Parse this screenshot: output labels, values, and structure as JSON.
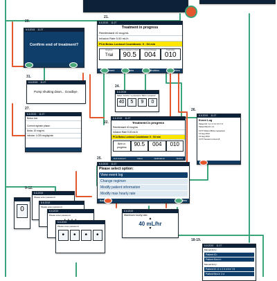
{
  "colors": {
    "navy": "#0d2238",
    "flow_green": "#3aa57a",
    "flow_orange": "#e4572e",
    "highlight": "#ffe600"
  },
  "status": {
    "date": "6.6.2015",
    "time": "11:27"
  },
  "screen21": {
    "number": "21.",
    "title": "Treatment in progress",
    "drug": "Remifentanil   40 mcg/mL",
    "rate": "Infusion Rate   5.00 mL/h",
    "countdown": "PCA Bolus Lockout Countdown:   0 : 54 min",
    "box_caps": [
      "Regimen",
      "Time elapsed in hours",
      "Current Dosage",
      "Total bolus"
    ],
    "box_vals": [
      "Trial",
      "90.5",
      "004",
      "010"
    ],
    "footer": [
      "End treatment",
      "Status",
      "Notifications",
      "Options"
    ]
  },
  "screen22": {
    "number": "22.",
    "title": "Treatment in progress",
    "drug": "Remifentanil   40 mcg/mL",
    "rate": "Infusion Rate   5.00 mL/h",
    "countdown": "PCA Bolus Lockout Countdown:   0 : 54 min",
    "box_vals": [
      "Birth in progress",
      "90.5",
      "004",
      "010"
    ],
    "footer": [
      "End treatment",
      "Status",
      "Notifications",
      "Options"
    ]
  },
  "screen24": {
    "number": "24.",
    "subtitle": "Select \"Confirm\" to proceed to \"Birth in progress\"",
    "digits": [
      "40",
      "5",
      "9",
      "0"
    ]
  },
  "screen25": {
    "number": "25.",
    "title": "Please select option:",
    "items": [
      "View event log",
      "Change regimen",
      "Modify patient information",
      "Modify max hourly rate"
    ],
    "footer_left": "Back",
    "footer_right": "Confirm"
  },
  "screen26": {
    "number": "26.",
    "title": "Event Log",
    "lines": [
      "Patient ID: G 1 2 3 4 5 6 7 8",
      "Patient Bed #: 2.4",
      "13.57  Patient Bolus requested",
      "13 Aug 2014",
      "13 Aug 2014",
      "13.57  Session turned off"
    ]
  },
  "screen27": {
    "number": "27.",
    "title": "Bolus bar",
    "lines": [
      "Current regimen phase:",
      "Bolus: 20 mcg/mL",
      "Infusion: 0.025 mcg/kg/min"
    ]
  },
  "screen29": {
    "number": "29.",
    "message": "Confirm end of treatment?"
  },
  "screen31": {
    "number": "31.",
    "message": "Pump shutting down... Goodbye."
  },
  "screen_rate": {
    "title": "Maximum hourly rate:",
    "value": "40 mL/hr"
  },
  "screen_pin": {
    "range": "9-12.",
    "title": "Please enter password"
  },
  "screen18": {
    "number": "18-19.",
    "title": "Manual Entry:",
    "field1": "Patient ID:",
    "field2": "Patient Bed #:",
    "field3": "Patient ID:",
    "field4": "Patient Bed #:",
    "id_value": "G 1 2 3 4 5 6 7 8",
    "bed_value": "2.4"
  }
}
